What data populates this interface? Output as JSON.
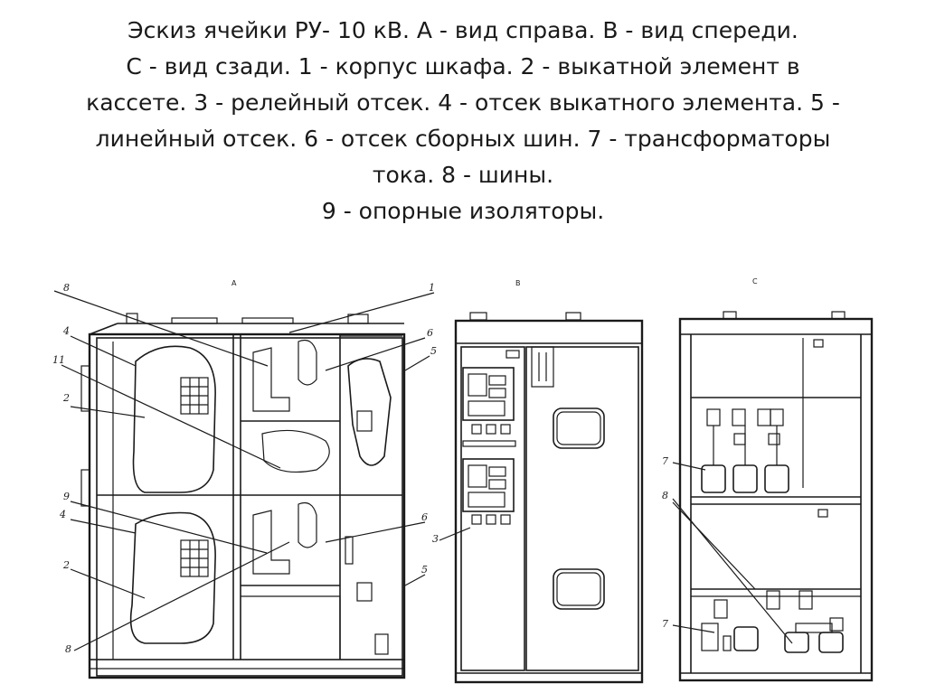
{
  "caption": {
    "lines": [
      "Эскиз ячейки РУ- 10 кВ. А - вид справа. В - вид спереди.",
      "С - вид сзади. 1 - корпус шкафа. 2 - выкатной элемент в",
      "кассете. 3 - релейный отсек. 4 - отсек выкатного элемента. 5 -",
      "линейный отсек. 6 - отсек сборных шин. 7 - трансформаторы",
      "тока. 8 - шины.",
      "9 - опорные изоляторы."
    ]
  },
  "views": {
    "a": "А",
    "b": "В",
    "c": "С"
  },
  "labels": {
    "l1": "1",
    "l2": "2",
    "l3": "3",
    "l4": "4",
    "l5": "5",
    "l6": "6",
    "l7": "7",
    "l8": "8",
    "l9": "9",
    "l11": "11"
  }
}
